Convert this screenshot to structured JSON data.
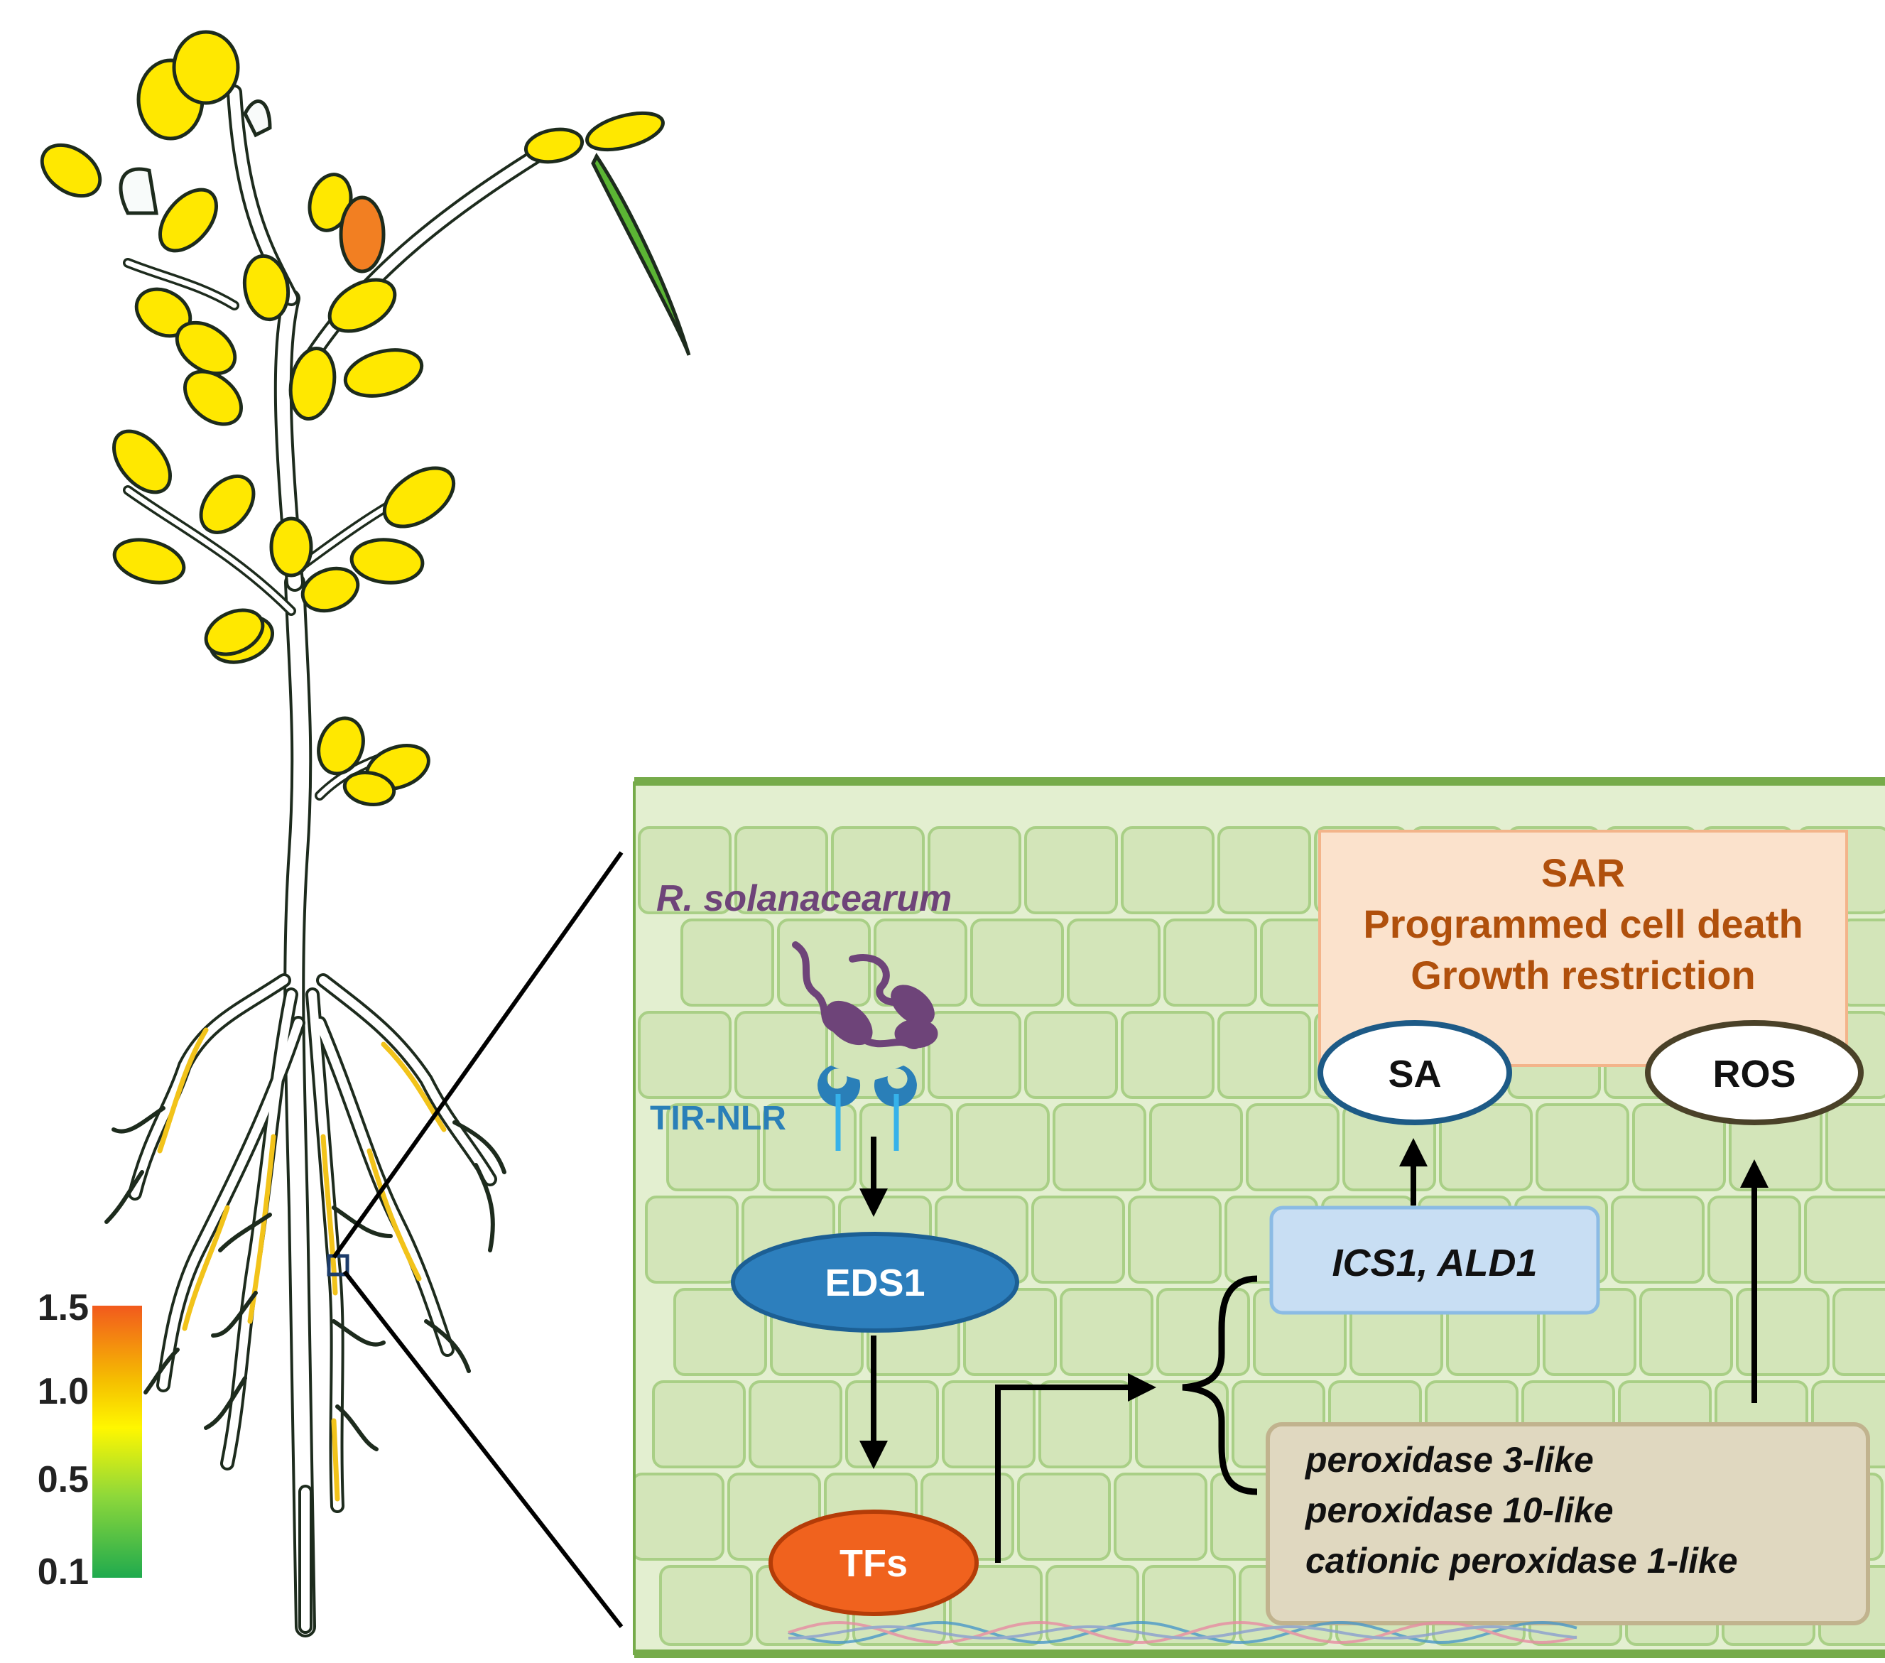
{
  "plant": {
    "description_icons": [
      "flower-icon",
      "leaf-icon",
      "seed-pod-icon",
      "root-icon"
    ]
  },
  "colorbar": {
    "ticks": [
      "1.5",
      "1.0",
      "0.5",
      "0.1"
    ],
    "colors": [
      "#f25a1d",
      "#f5c000",
      "#fff700",
      "#8ed83a",
      "#1faa4e"
    ]
  },
  "zoom": {
    "pathogen": "R. solanacearum",
    "receptor": "TIR-NLR",
    "eds1": "EDS1",
    "tfs": "TFs",
    "genes_sa": "ICS1, ALD1",
    "peroxidases": [
      "peroxidase 3-like",
      "peroxidase 10-like",
      "cationic peroxidase 1-like"
    ],
    "sa": "SA",
    "ros": "ROS",
    "outcomes": [
      "SAR",
      "Programmed cell death",
      "Growth restriction"
    ]
  },
  "colors": {
    "cell_fill": "#d3e5b9",
    "cell_stroke": "#a9cf86",
    "tissue_bg": "#e3efd0",
    "tissue_border": "#76ab4a",
    "pathogen": "#6e4479",
    "receptor": "#2a7fb8",
    "eds1": "#2d7fbd",
    "tfs": "#f0621e",
    "sa_gene_box": "#c8def3",
    "perox_box": "#e0d8c0",
    "outcome_box": "#fbe2cc",
    "outcome_text": "#b0500c"
  }
}
